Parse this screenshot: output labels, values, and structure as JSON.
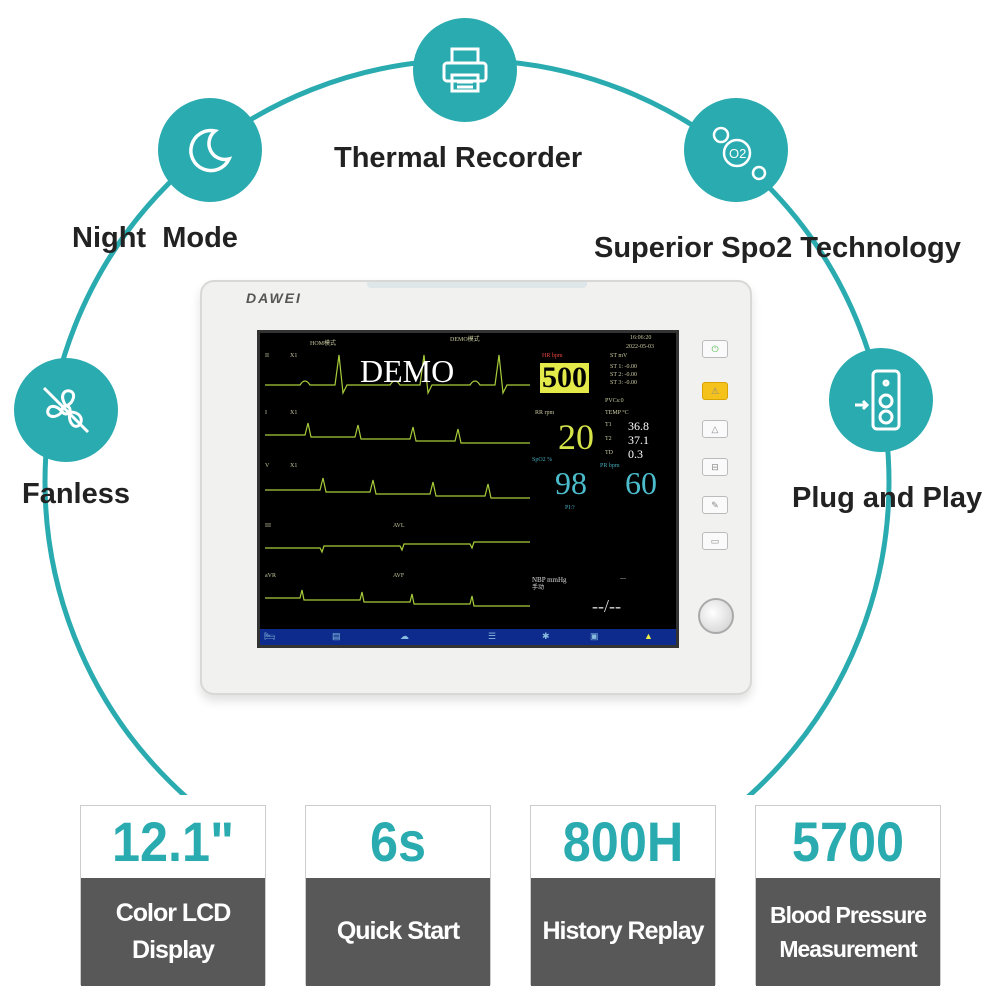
{
  "colors": {
    "accent": "#2aabb0",
    "spec_footer": "#585858"
  },
  "features": [
    {
      "label": "Thermal Recorder",
      "icon": "printer-icon"
    },
    {
      "label": "Night  Mode",
      "icon": "moon-icon"
    },
    {
      "label": "Superior Spo2 Technology",
      "icon": "oxygen-bubbles-icon"
    },
    {
      "label": "Fanless",
      "icon": "no-fan-icon"
    },
    {
      "label": "Plug and Play",
      "icon": "plug-module-icon"
    }
  ],
  "monitor": {
    "brand": "DAWEI",
    "watermark": "DEMO",
    "mode_left": "HOM模式",
    "mode_right": "DEMO模式",
    "time": "16:06:20",
    "date": "2022-05-03",
    "leads": [
      "II",
      "I",
      "V",
      "III",
      "aVR"
    ],
    "lead_gain": "X1",
    "lead_extra": [
      "AVL",
      "AVF"
    ],
    "hr_label": "HR bpm",
    "hr": "500",
    "st_label": "ST mV",
    "st_values": [
      "ST 1:  -0.00",
      "ST 2:  -0.00",
      "ST 3:  -0.00"
    ],
    "pvcs": "PVCs:0",
    "rr_label": "RR rpm",
    "rr": "20",
    "temp_label": "TEMP °C",
    "temps": [
      {
        "k": "T1",
        "v": "36.8"
      },
      {
        "k": "T2",
        "v": "37.1"
      },
      {
        "k": "TD",
        "v": "0.3"
      }
    ],
    "spo2_label": "SpO2 %",
    "spo2": "98",
    "pr_label": "PR bpm",
    "pr": "60",
    "pi": "PI:?",
    "nbp_label": "NBP   mmHg",
    "nbp_mode": "手动",
    "nbp_dash": "---",
    "nbp_value": "--/--"
  },
  "specs": [
    {
      "value": "12.1\"",
      "label": "Color LCD Display"
    },
    {
      "value": "6s",
      "label": "Quick Start"
    },
    {
      "value": "800H",
      "label": "History Replay"
    },
    {
      "value": "5700",
      "label": "Blood Pressure Measurement"
    }
  ]
}
